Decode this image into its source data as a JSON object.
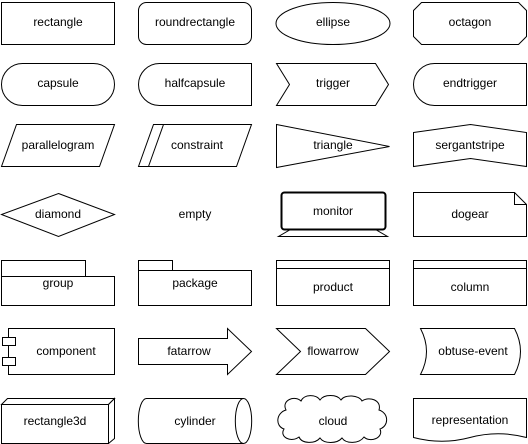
{
  "colors": {
    "stroke": "#000000",
    "fill": "#ffffff",
    "background": "#ffffff"
  },
  "shapes": {
    "rectangle": "rectangle",
    "roundrectangle": "roundrectangle",
    "ellipse": "ellipse",
    "octagon": "octagon",
    "capsule": "capsule",
    "halfcapsule": "halfcapsule",
    "trigger": "trigger",
    "endtrigger": "endtrigger",
    "parallelogram": "parallelogram",
    "constraint": "constraint",
    "triangle": "triangle",
    "sergantstripe": "sergantstripe",
    "diamond": "diamond",
    "empty": "empty",
    "monitor": "monitor",
    "dogear": "dogear",
    "group": "group",
    "package": "package",
    "product": "product",
    "column": "column",
    "component": "component",
    "fatarrow": "fatarrow",
    "flowarrow": "flowarrow",
    "obtuse_event": "obtuse-event",
    "rectangle3d": "rectangle3d",
    "cylinder": "cylinder",
    "cloud": "cloud",
    "representation": "representation"
  }
}
